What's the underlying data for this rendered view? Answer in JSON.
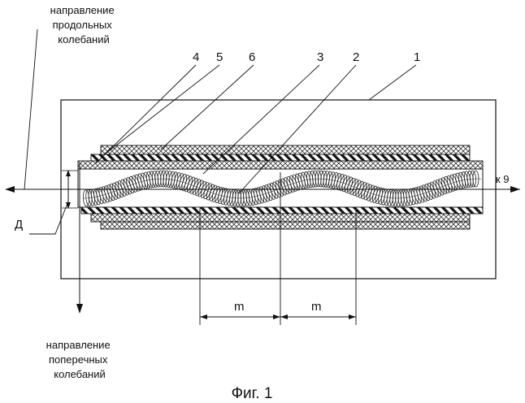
{
  "labels": {
    "longitudinal_direction": [
      "направление",
      "продольных",
      "колебаний"
    ],
    "transverse_direction": [
      "направление",
      "поперечных",
      "колебаний"
    ],
    "diameter": "Д",
    "to_nine": "к 9",
    "spacing_left": "m",
    "spacing_right": "m",
    "caption": "Фиг. 1"
  },
  "part_numbers": [
    "4",
    "5",
    "6",
    "3",
    "2",
    "1"
  ]
}
